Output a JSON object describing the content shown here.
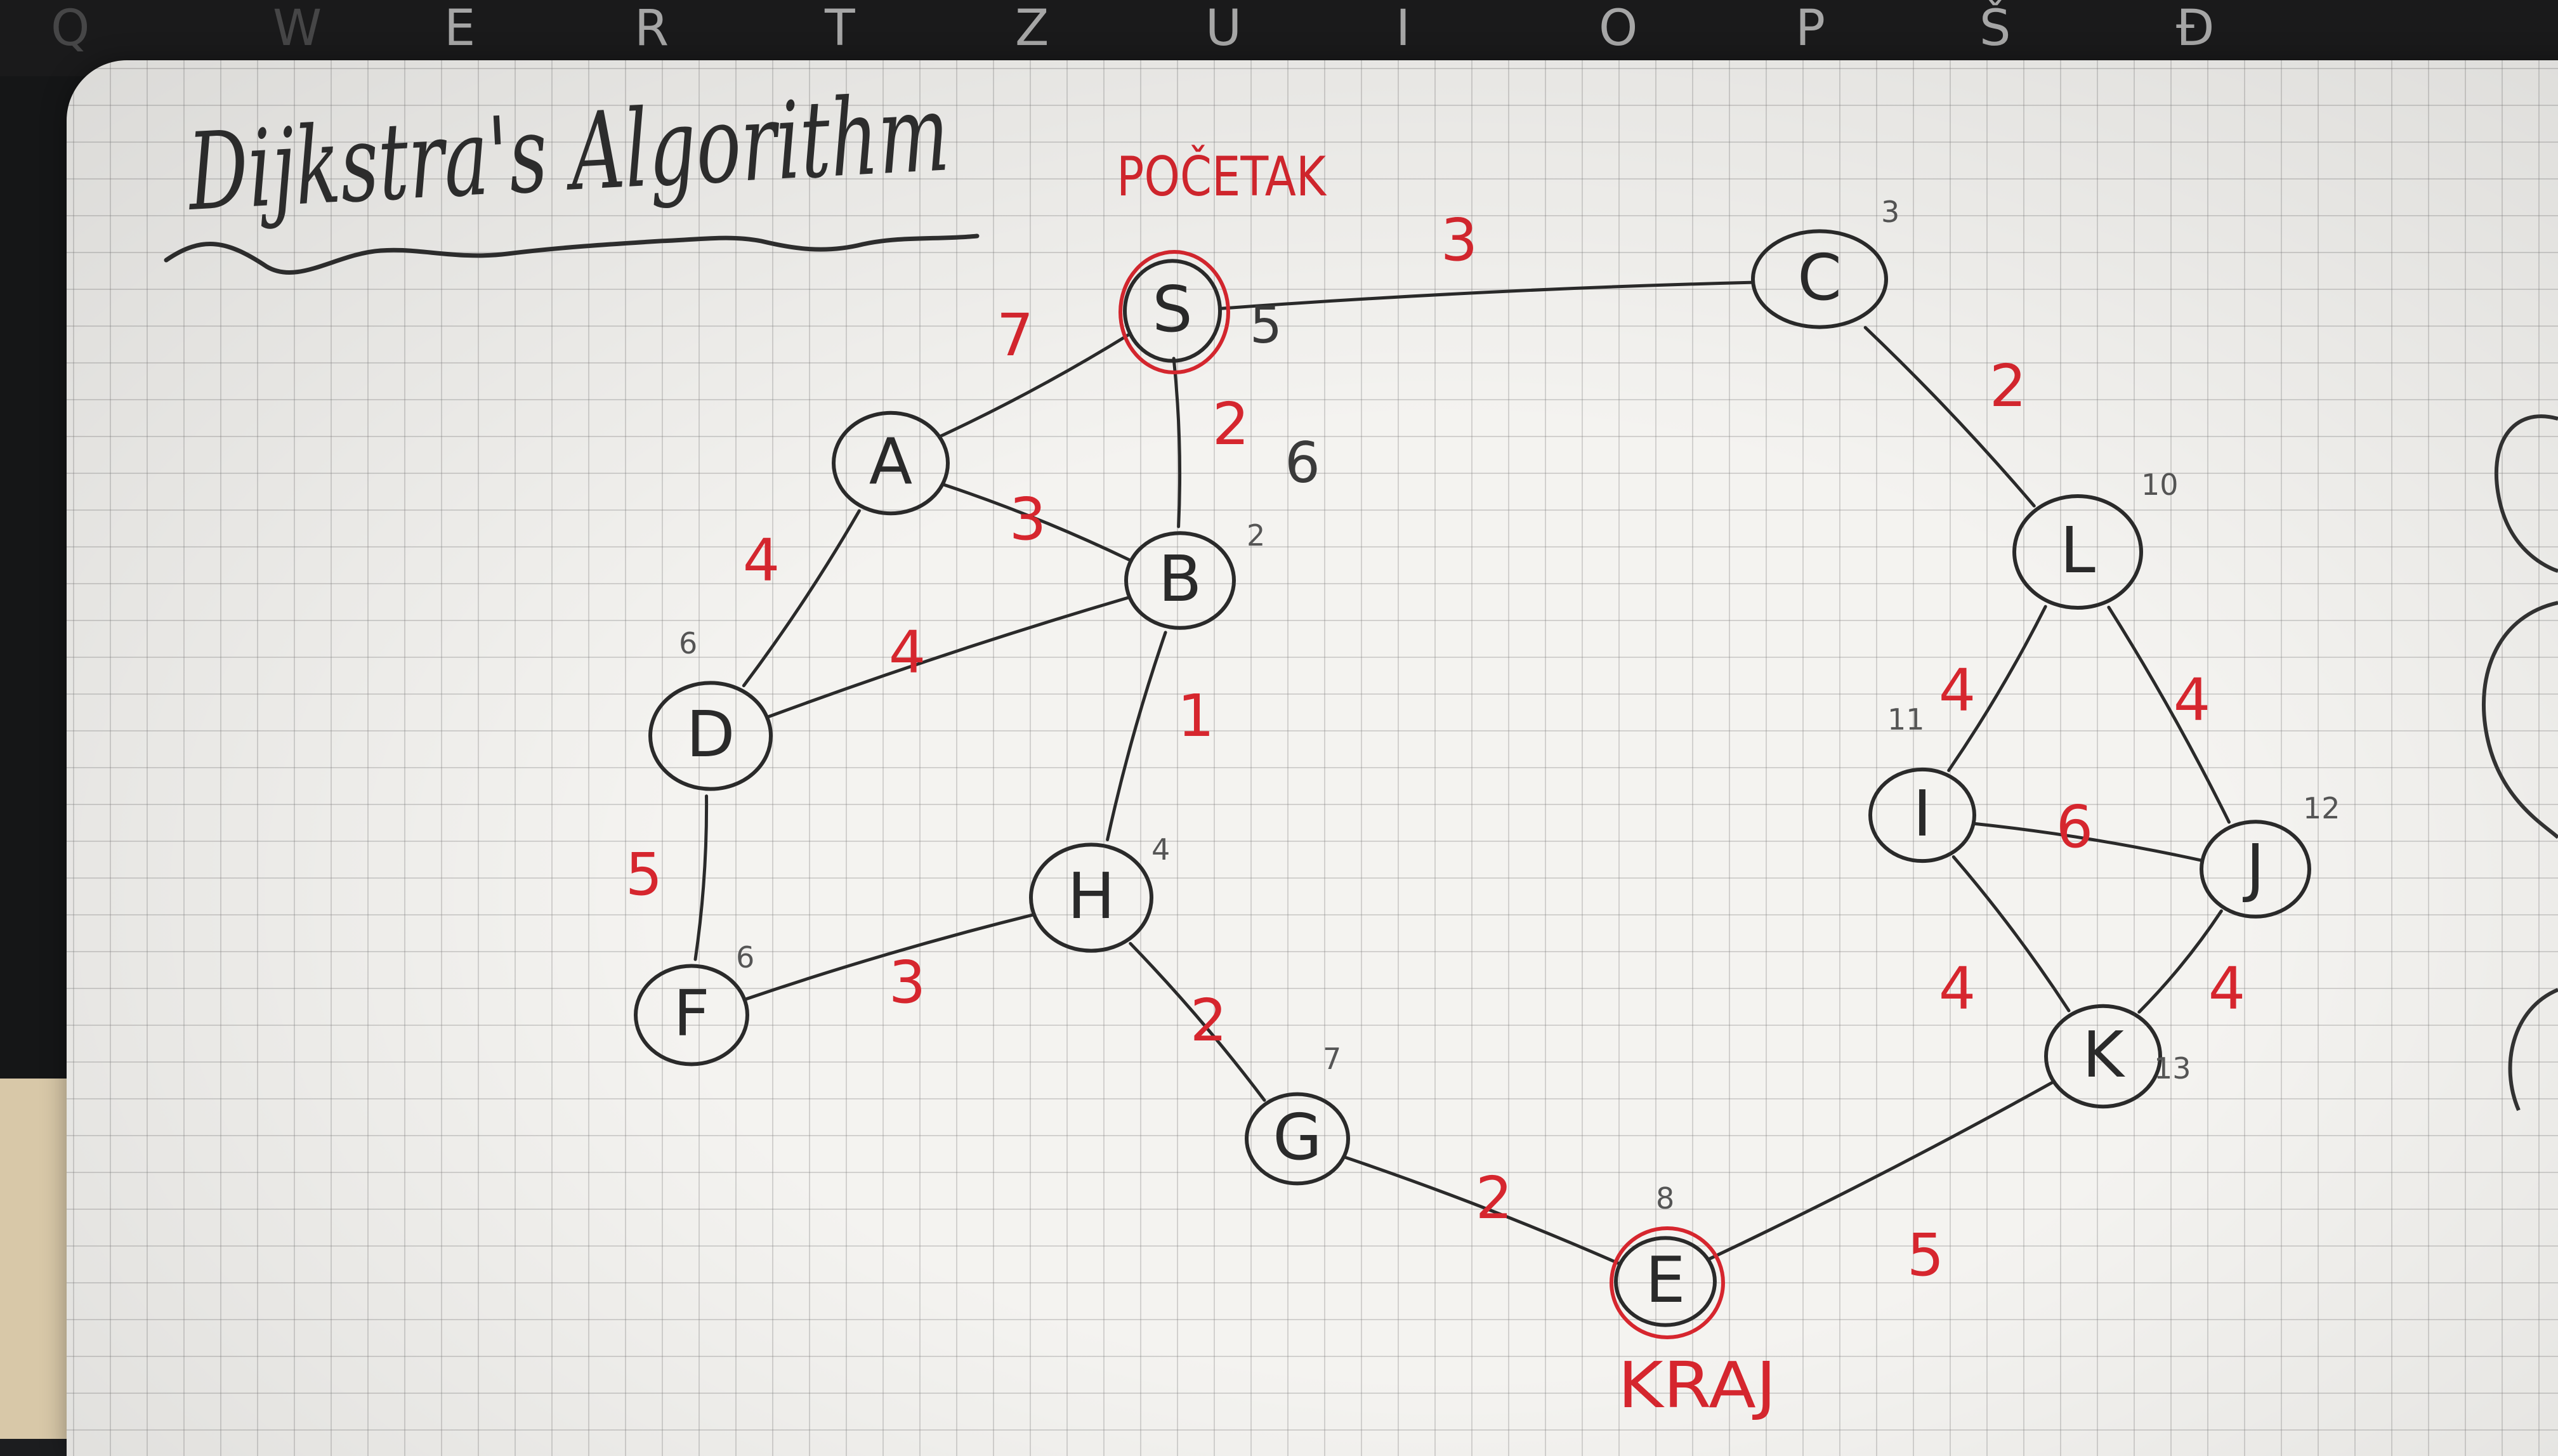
{
  "keyboard": {
    "keys": [
      "Q",
      "W",
      "E",
      "R",
      "T",
      "Z",
      "U",
      "I",
      "O",
      "P",
      "Š",
      "Đ"
    ]
  },
  "title": "Dijkstra's Algorithm",
  "start_label": "POČETAK",
  "end_label": "KRAJ",
  "nodes": [
    {
      "id": "S",
      "label": "S",
      "distance": "",
      "start": true
    },
    {
      "id": "A",
      "label": "A",
      "distance": ""
    },
    {
      "id": "B",
      "label": "B",
      "distance": "2"
    },
    {
      "id": "C",
      "label": "C",
      "distance": "3"
    },
    {
      "id": "D",
      "label": "D",
      "distance": "6"
    },
    {
      "id": "F",
      "label": "F",
      "distance": "6"
    },
    {
      "id": "H",
      "label": "H",
      "distance": "4"
    },
    {
      "id": "G",
      "label": "G",
      "distance": "7"
    },
    {
      "id": "E",
      "label": "E",
      "distance": "8",
      "end": true
    },
    {
      "id": "L",
      "label": "L",
      "distance": "10"
    },
    {
      "id": "I",
      "label": "I",
      "distance": "11"
    },
    {
      "id": "J",
      "label": "J",
      "distance": "12"
    },
    {
      "id": "K",
      "label": "K",
      "distance": "13"
    }
  ],
  "edges": [
    {
      "from": "S",
      "to": "C",
      "weight": "3"
    },
    {
      "from": "S",
      "to": "A",
      "weight": "7"
    },
    {
      "from": "S",
      "to": "B",
      "weight": "2"
    },
    {
      "from": "A",
      "to": "B",
      "weight": "3"
    },
    {
      "from": "A",
      "to": "D",
      "weight": "4"
    },
    {
      "from": "D",
      "to": "B",
      "weight": "4"
    },
    {
      "from": "D",
      "to": "F",
      "weight": "5"
    },
    {
      "from": "F",
      "to": "H",
      "weight": "3"
    },
    {
      "from": "H",
      "to": "B",
      "weight": "1"
    },
    {
      "from": "H",
      "to": "G",
      "weight": "2"
    },
    {
      "from": "G",
      "to": "E",
      "weight": "2"
    },
    {
      "from": "C",
      "to": "L",
      "weight": "2"
    },
    {
      "from": "L",
      "to": "I",
      "weight": "4"
    },
    {
      "from": "L",
      "to": "J",
      "weight": "4"
    },
    {
      "from": "I",
      "to": "J",
      "weight": "6"
    },
    {
      "from": "I",
      "to": "K",
      "weight": "4"
    },
    {
      "from": "J",
      "to": "K",
      "weight": "4"
    },
    {
      "from": "K",
      "to": "E",
      "weight": "5"
    }
  ],
  "side_notes": {
    "near_S": "5",
    "near_B": "6"
  },
  "colors": {
    "ink": "#2a2a2a",
    "red": "#d6262e",
    "paper": "#f4f3f0",
    "grid": "#9a9a9a"
  }
}
